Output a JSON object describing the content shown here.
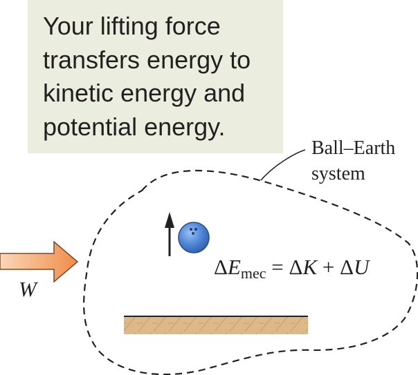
{
  "caption": {
    "lines": [
      "Your lifting force",
      "transfers energy to",
      "kinetic energy and",
      "potential energy."
    ]
  },
  "system_label": {
    "line1": "Ball–Earth",
    "line2": "system"
  },
  "work_label": "W",
  "equation": {
    "delta1": "Δ",
    "e_symbol": "E",
    "e_subscript": "mec",
    "equals": " = ",
    "delta2": "Δ",
    "k_symbol": "K",
    "plus": " + ",
    "delta3": "Δ",
    "u_symbol": "U"
  },
  "colors": {
    "caption_bg": "#ebeedf",
    "work_arrow_fill": "#f4a46a",
    "ball_fill": "#4f86d6",
    "ground_fill": "#deb888"
  },
  "icons": [
    "work-arrow-icon",
    "up-arrow-icon",
    "ball-icon",
    "ground-icon"
  ]
}
